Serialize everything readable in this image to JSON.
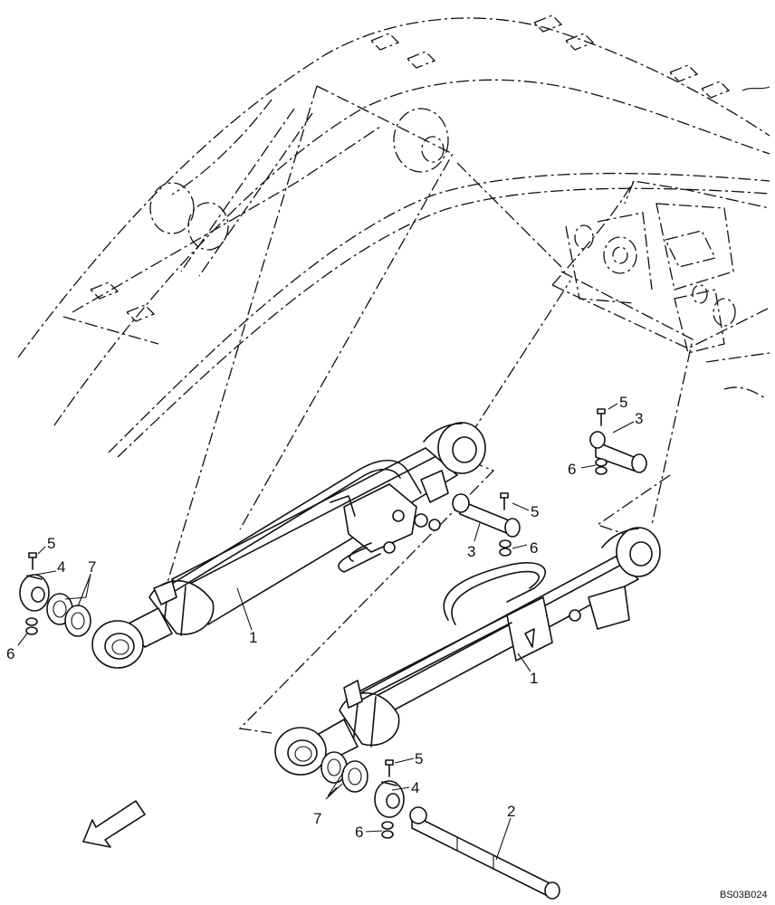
{
  "drawing": {
    "code": "BS03B024"
  },
  "callouts": [
    {
      "id": "c1a",
      "label": "1"
    },
    {
      "id": "c1b",
      "label": "1"
    },
    {
      "id": "c2",
      "label": "2"
    },
    {
      "id": "c3a",
      "label": "3"
    },
    {
      "id": "c3b",
      "label": "3"
    },
    {
      "id": "c4a",
      "label": "4"
    },
    {
      "id": "c4b",
      "label": "4"
    },
    {
      "id": "c5a",
      "label": "5"
    },
    {
      "id": "c5b",
      "label": "5"
    },
    {
      "id": "c5c",
      "label": "5"
    },
    {
      "id": "c5d",
      "label": "5"
    },
    {
      "id": "c6a",
      "label": "6"
    },
    {
      "id": "c6b",
      "label": "6"
    },
    {
      "id": "c6c",
      "label": "6"
    },
    {
      "id": "c6d",
      "label": "6"
    },
    {
      "id": "c7a",
      "label": "7"
    },
    {
      "id": "c7b",
      "label": "7"
    }
  ],
  "icons": {
    "direction_arrow": "front-direction-arrow-icon"
  }
}
